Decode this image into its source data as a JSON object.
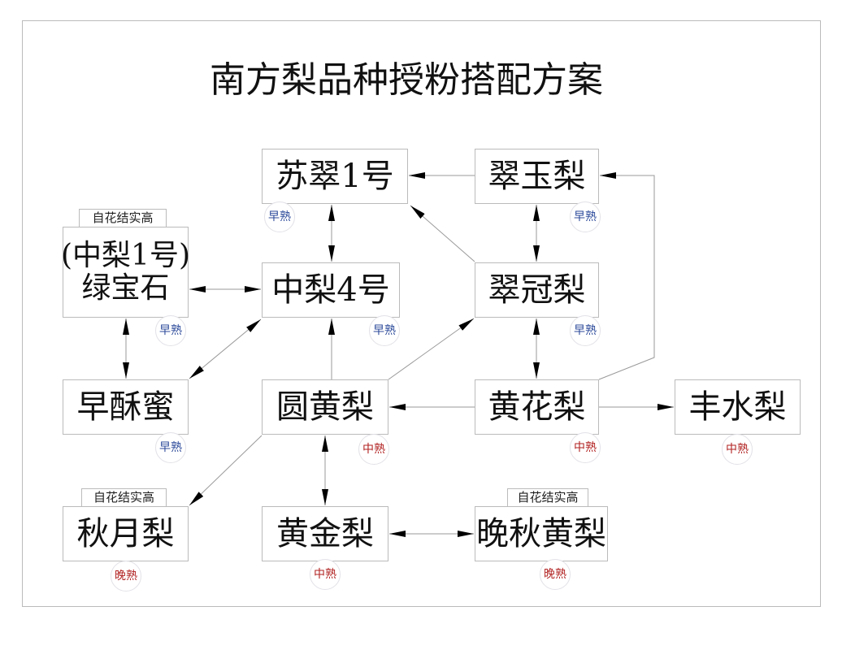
{
  "title": "南方梨品种授粉搭配方案",
  "label_self": "自花结实高",
  "varieties": {
    "sucui1": {
      "name": "苏翠1号",
      "maturity": "早熟"
    },
    "cuiyu": {
      "name": "翠玉梨",
      "maturity": "早熟"
    },
    "lvbaoshi": {
      "name_line1": "(中梨1号)",
      "name_line2": "绿宝石",
      "maturity": "早熟",
      "note": "自花结实高"
    },
    "zhongli4": {
      "name": "中梨4号",
      "maturity": "早熟"
    },
    "cuiguan": {
      "name": "翠冠梨",
      "maturity": "早熟"
    },
    "zaosumi": {
      "name": "早酥蜜",
      "maturity": "早熟"
    },
    "yuanhuang": {
      "name": "圆黄梨",
      "maturity": "中熟"
    },
    "huanghua": {
      "name": "黄花梨",
      "maturity": "中熟"
    },
    "fengshui": {
      "name": "丰水梨",
      "maturity": "中熟"
    },
    "qiuyue": {
      "name": "秋月梨",
      "maturity": "晚熟",
      "note": "自花结实高"
    },
    "huangjin": {
      "name": "黄金梨",
      "maturity": "中熟"
    },
    "wanqiu": {
      "name": "晚秋黄梨",
      "maturity": "晚熟",
      "note": "自花结实高"
    }
  },
  "links": [
    {
      "from": "cuiyu",
      "to": "sucui1",
      "dir": "one-way"
    },
    {
      "from": "sucui1",
      "to": "zhongli4",
      "dir": "two-way"
    },
    {
      "from": "cuiguan",
      "to": "sucui1",
      "dir": "one-way"
    },
    {
      "from": "cuiyu",
      "to": "cuiguan",
      "dir": "two-way"
    },
    {
      "from": "lvbaoshi",
      "to": "zhongli4",
      "dir": "two-way"
    },
    {
      "from": "lvbaoshi",
      "to": "zaosumi",
      "dir": "two-way"
    },
    {
      "from": "zaosumi",
      "to": "zhongli4",
      "dir": "two-way"
    },
    {
      "from": "yuanhuang",
      "to": "zhongli4",
      "dir": "one-way"
    },
    {
      "from": "yuanhuang",
      "to": "cuiguan",
      "dir": "one-way"
    },
    {
      "from": "cuiguan",
      "to": "huanghua",
      "dir": "two-way"
    },
    {
      "from": "huanghua",
      "to": "cuiyu",
      "dir": "one-way"
    },
    {
      "from": "huanghua",
      "to": "yuanhuang",
      "dir": "one-way"
    },
    {
      "from": "huanghua",
      "to": "fengshui",
      "dir": "one-way"
    },
    {
      "from": "yuanhuang",
      "to": "qiuyue",
      "dir": "one-way"
    },
    {
      "from": "yuanhuang",
      "to": "huangjin",
      "dir": "two-way"
    },
    {
      "from": "huangjin",
      "to": "wanqiu",
      "dir": "two-way"
    }
  ]
}
